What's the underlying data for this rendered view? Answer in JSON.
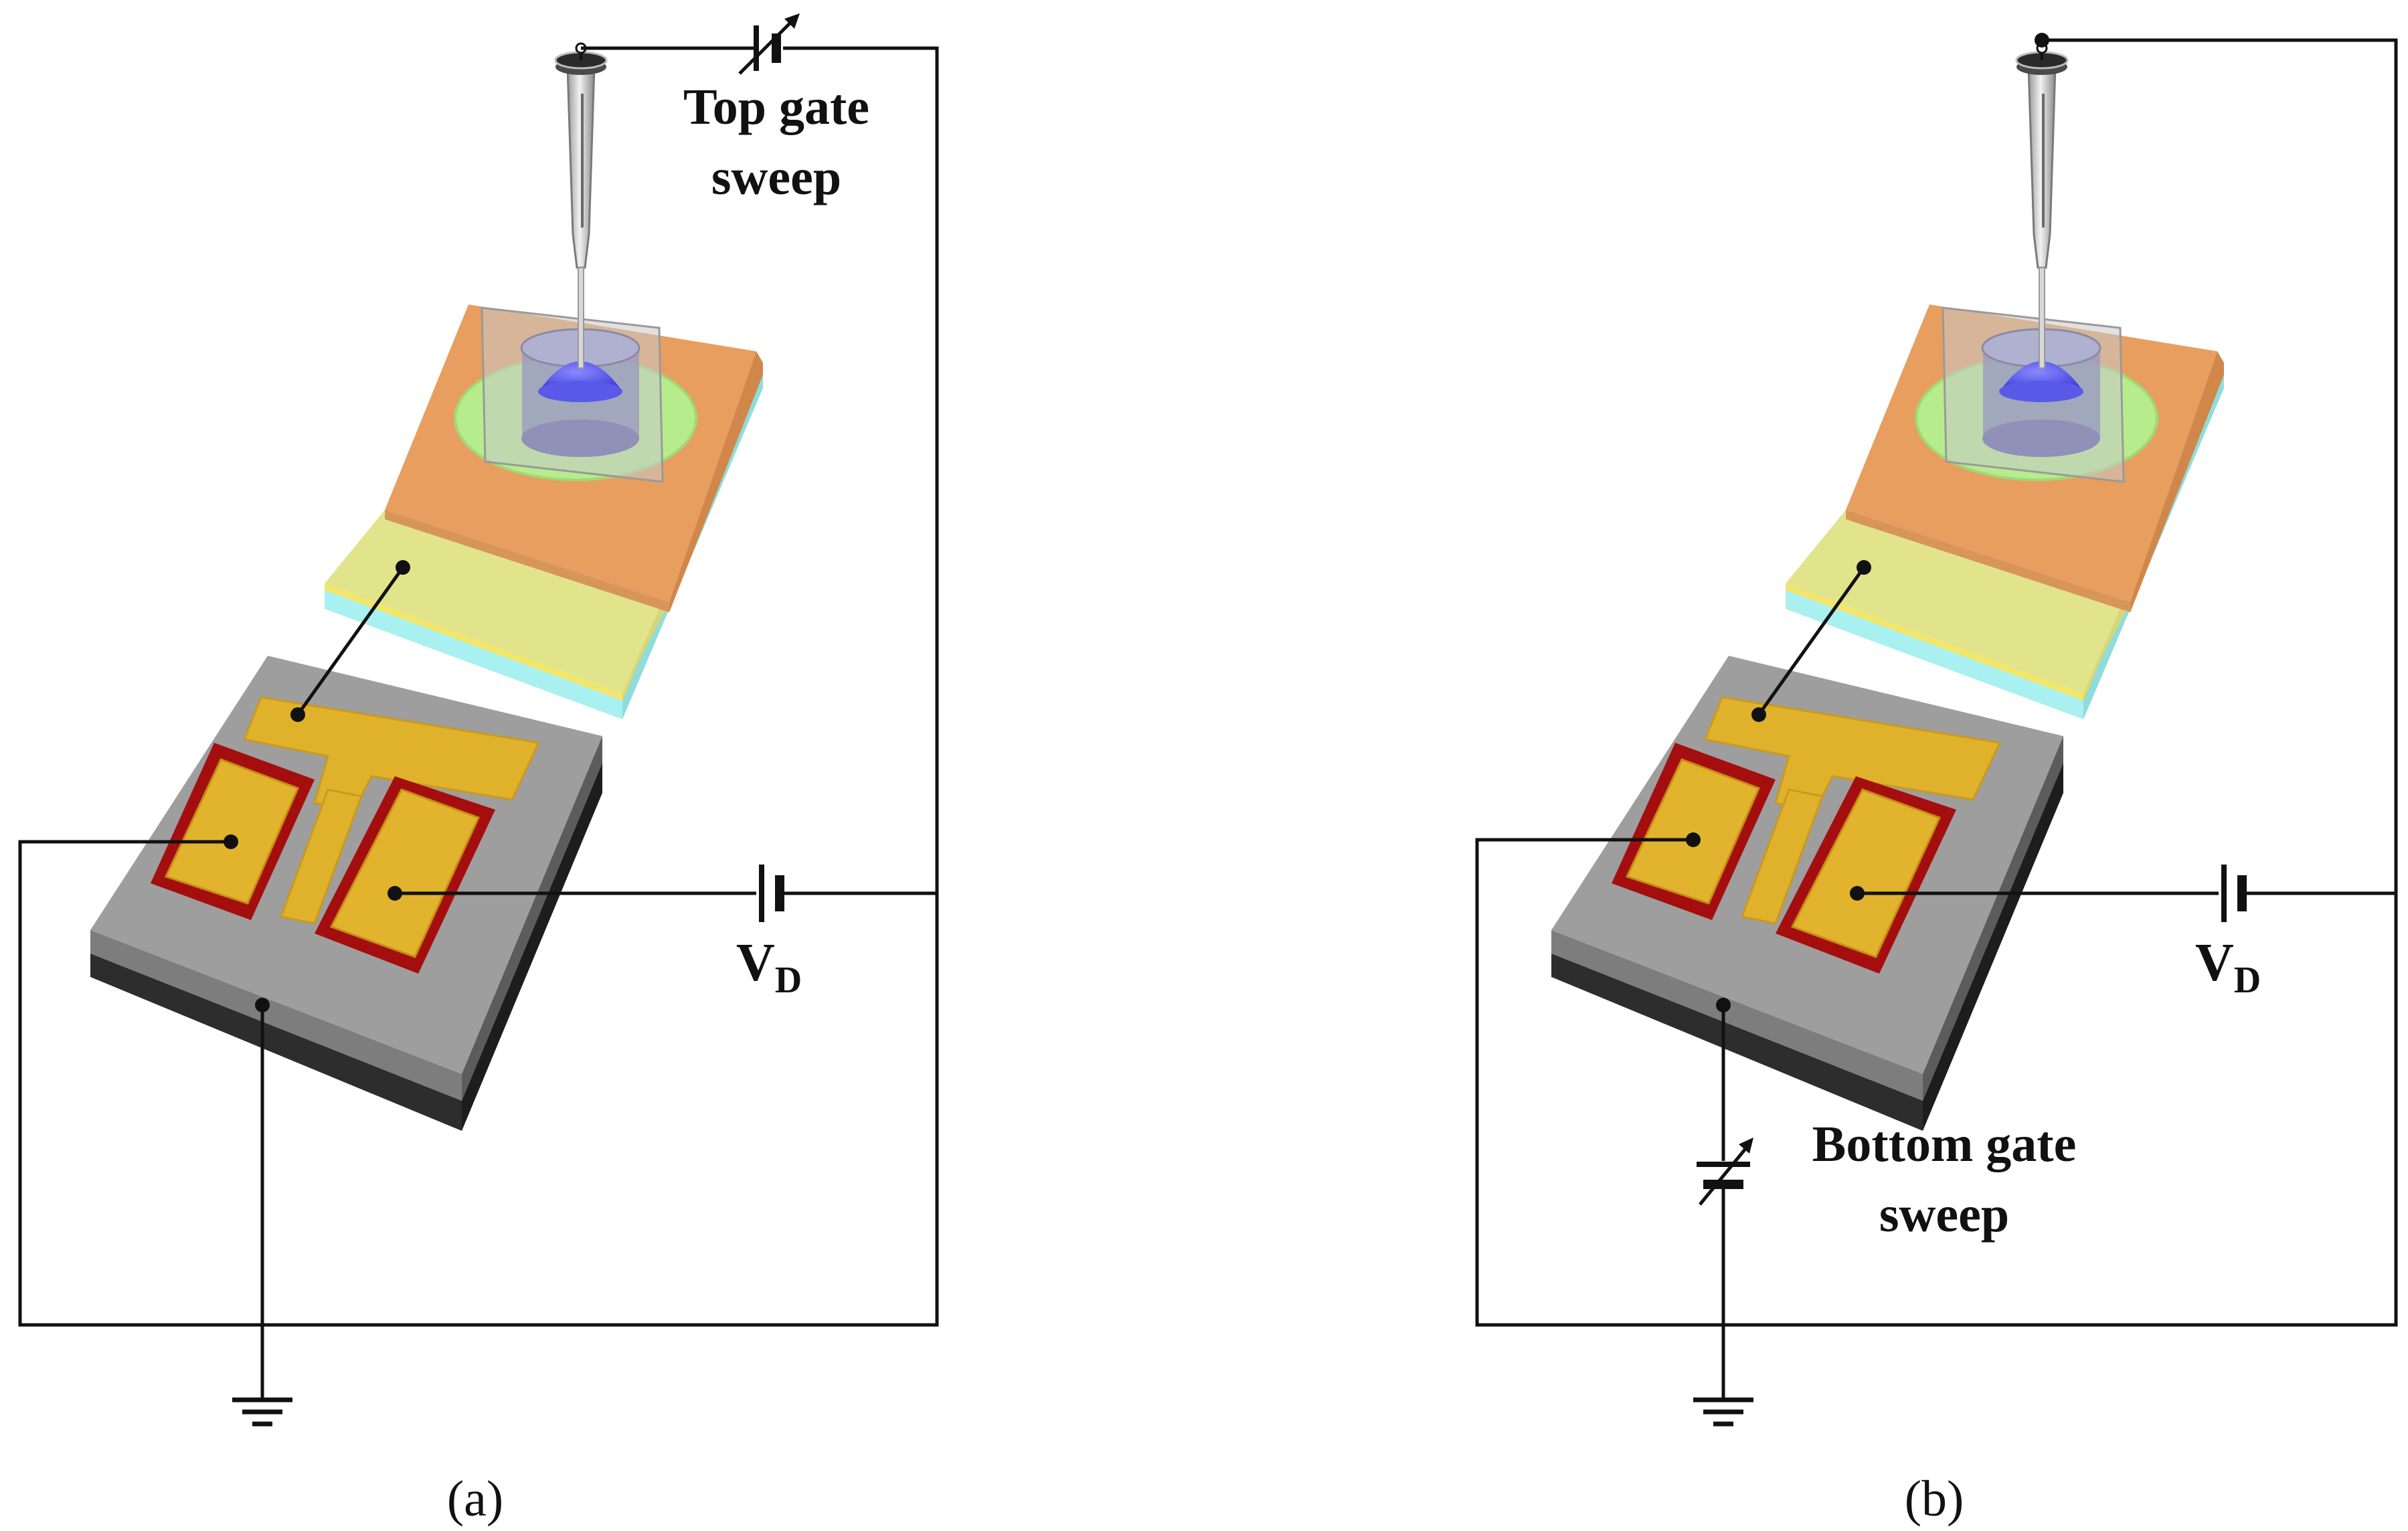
{
  "colors": {
    "substrate_top": "#9c9c9c",
    "substrate_side_light": "#7a7a7a",
    "substrate_side_dark": "#2c2c2c",
    "electrode_gold": "#e1b42e",
    "electrode_dark_red": "#a50f0f",
    "extended_gate_orange": "#e79d5e",
    "extended_gate_yellow": "#e0e38a",
    "glass_cyan": "#a9f0f0",
    "sensing_ring_green": "#b5ea8a",
    "solution_blue": "#4a49e6",
    "wire": "#111111"
  },
  "panels": [
    {
      "caption": "(a)",
      "sweep_label_line1": "Top gate",
      "sweep_label_line2": "sweep",
      "vd_label": "V",
      "vd_subscript": "D"
    },
    {
      "caption": "(b)",
      "sweep_label_line1": "Bottom gate",
      "sweep_label_line2": "sweep",
      "vd_label": "V",
      "vd_subscript": "D"
    }
  ]
}
